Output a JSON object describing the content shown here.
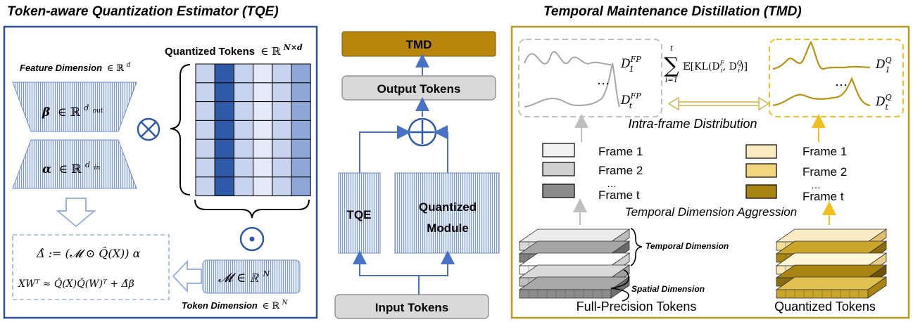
{
  "titles": {
    "tqe": "Token-aware Quantization Estimator (TQE)",
    "tmd": "Temporal Maintenance Distillation (TMD)"
  },
  "tqe_panel": {
    "quantized_tokens_label": "Quantized Tokens",
    "quantized_tokens_math": "∈ ℝ",
    "quantized_tokens_sup": "N×d",
    "feature_dimension_label": "Feature Dimension",
    "feature_dimension_math": "∈ ℝ",
    "feature_dimension_sup": "d",
    "beta": "β",
    "beta_math": "∈ ℝ",
    "beta_sup": "d",
    "beta_sub": "out",
    "alpha": "α",
    "alpha_math": "∈ ℝ",
    "alpha_sup": "d",
    "alpha_sub": "in",
    "times_symbol": "⨉",
    "odot_symbol": "⊙",
    "m_label": "𝓜 ∈ ℝ",
    "m_sup": "N",
    "token_dimension_label": "Token Dimension",
    "token_dimension_math": "∈ ℝ",
    "token_dimension_sup": "N",
    "eq1": "Δ̂ := (𝓜 ⊙ Q̂(X)) α",
    "eq2": "XWᵀ ≈ Q̂(X)Q̂(W)ᵀ + Δ̂β"
  },
  "middle_panel": {
    "tmd": "TMD",
    "output_tokens": "Output Tokens",
    "tqe": "TQE",
    "quantized_module_1": "Quantized",
    "quantized_module_2": "Module",
    "input_tokens": "Input Tokens",
    "plus_symbol": "+"
  },
  "tmd_panel": {
    "d_fp_1": "D",
    "d_fp_1_sup": "FP",
    "d_fp_1_sub": "1",
    "d_fp_t": "D",
    "d_fp_t_sup": "FP",
    "d_fp_t_sub": "t",
    "d_q_1": "D",
    "d_q_1_sup": "Q",
    "d_q_1_sub": "1",
    "d_q_t": "D",
    "d_q_t_sup": "Q",
    "d_q_t_sub": "t",
    "ellipsis": "…",
    "sum_top": "t",
    "sum_symbol": "∑",
    "sum_bottom": "i=1",
    "kl_expr": "𝔼[KL(D",
    "kl_mid": ", D",
    "kl_end": ")]",
    "kl_sup1": "F",
    "kl_sub1": "i",
    "kl_sup2": "Q",
    "kl_sub2": "i",
    "intra_frame": "Intra-frame Distribution",
    "frames_fp": [
      "Frame 1",
      "Frame 2",
      "…",
      "Frame t"
    ],
    "frames_q": [
      "Frame 1",
      "Frame 2",
      "…",
      "Frame t"
    ],
    "temporal_aggregation": "Temporal Dimension Aggression",
    "temporal_dimension": "Temporal Dimension",
    "spatial_dimension": "Spatial Dimension",
    "full_precision_tokens": "Full-Precision Tokens",
    "quantized_tokens": "Quantized Tokens"
  },
  "colors": {
    "tqe_border": "#2f4f9e",
    "tmd_border": "#b89a1c",
    "tmd_box": "#b8860b",
    "blue_dark": "#2f5aa8",
    "blue_mid": "#8ea6d8",
    "blue_light": "#c8d4ef",
    "blue_pale": "#e4eaf7",
    "gray_box": "#d9d9d9",
    "gold": "#b8930f",
    "gold_light": "#fbe9b5",
    "gold_mid": "#f2d67e",
    "gold_dark": "#a88412"
  }
}
